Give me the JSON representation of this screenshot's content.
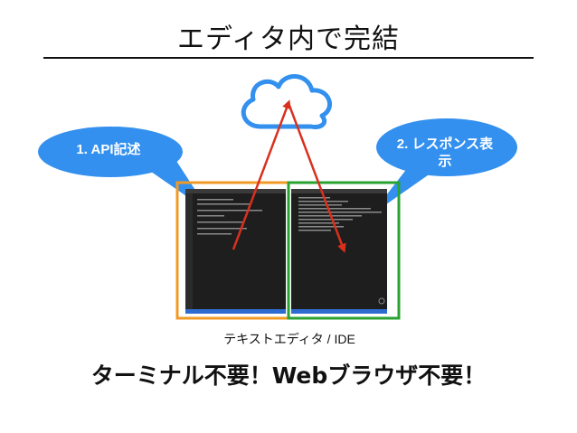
{
  "title": "エディタ内で完結",
  "bubble_left": {
    "label": "1. API記述"
  },
  "bubble_right": {
    "label": "2. レスポンス表示"
  },
  "editor_label": "テキストエディタ / IDE",
  "bottom_text": "ターミナル不要！Webブラウザ不要！",
  "icons": {
    "cloud": "cloud-icon"
  },
  "colors": {
    "bubble": "#3390ee",
    "cloud_stroke": "#3390ee",
    "left_frame": "#f09a26",
    "right_frame": "#2aa232",
    "arrow": "#d9301e",
    "editor_bg": "#1e1e1e"
  }
}
